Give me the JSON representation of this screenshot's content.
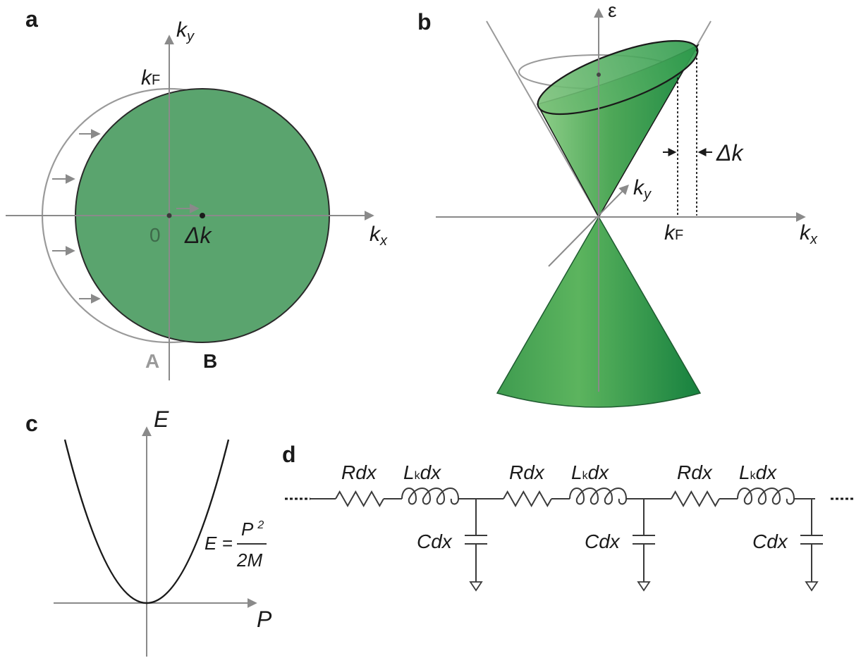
{
  "colors": {
    "green": "#5aa46e",
    "green_dark": "#1e8a46",
    "gray": "#8a8a8a",
    "ink": "#1a1a1a"
  },
  "panel_a": {
    "letter": "a",
    "ky_main": "k",
    "ky_sub": "y",
    "kF_main": "k",
    "kF_sub": "F",
    "kx_main": "k",
    "kx_sub": "x",
    "origin": "0",
    "dk": "Δk",
    "label_A": "A",
    "label_B": "B"
  },
  "panel_b": {
    "letter": "b",
    "epsilon": "ε",
    "dk": "Δk",
    "ky_main": "k",
    "ky_sub": "y",
    "kF_main": "k",
    "kF_sub": "F",
    "kx_main": "k",
    "kx_sub": "x"
  },
  "panel_c": {
    "letter": "c",
    "E_axis": "E",
    "P_axis": "P",
    "formula_lhs": "E =",
    "formula_num": "P",
    "formula_exp": "2",
    "formula_den": "2M"
  },
  "panel_d": {
    "letter": "d",
    "cells": [
      {
        "r_label": "Rdx",
        "l_main": "L",
        "l_sub": "k",
        "l_rest": "dx",
        "c_label": "Cdx"
      },
      {
        "r_label": "Rdx",
        "l_main": "L",
        "l_sub": "k",
        "l_rest": "dx",
        "c_label": "Cdx"
      },
      {
        "r_label": "Rdx",
        "l_main": "L",
        "l_sub": "k",
        "l_rest": "dx",
        "c_label": "Cdx"
      }
    ]
  }
}
